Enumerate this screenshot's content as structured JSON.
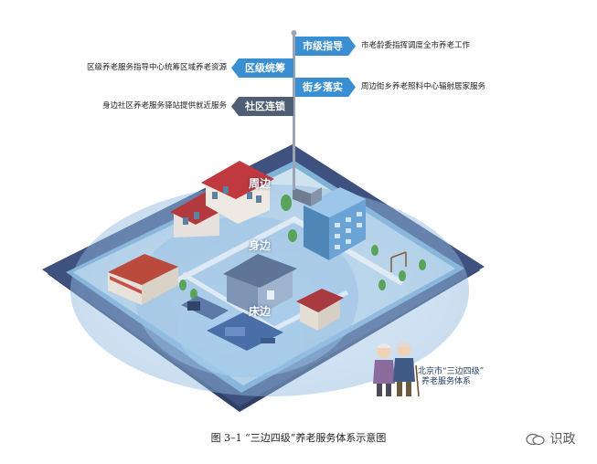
{
  "flags": {
    "city": {
      "label": "市级指导",
      "desc": "市老龄委指挥调度全市养老工作"
    },
    "district": {
      "label": "区级统筹",
      "desc": "区级养老服务指导中心统筹区域养老资源"
    },
    "street": {
      "label": "街乡落实",
      "desc": "周边街乡养老照料中心辐射居家服务"
    },
    "community": {
      "label": "社区连锁",
      "desc": "身边社区养老服务驿站提供就近服务"
    }
  },
  "zones": {
    "outer": "周边",
    "middle": "身边",
    "inner": "床边"
  },
  "people_label": {
    "line1": "北京市“三边四级”",
    "line2": "养老服务体系"
  },
  "caption": "图 3–1 “三边四级”养老服务体系示意图",
  "watermark": "识政",
  "colors": {
    "flag_blue": "#3a8fd3",
    "flag_gray": "#4e5e74",
    "tablet_frame": "#3d4f7a",
    "ground": "#7fb2d6",
    "circle": "#9fc4e4"
  }
}
